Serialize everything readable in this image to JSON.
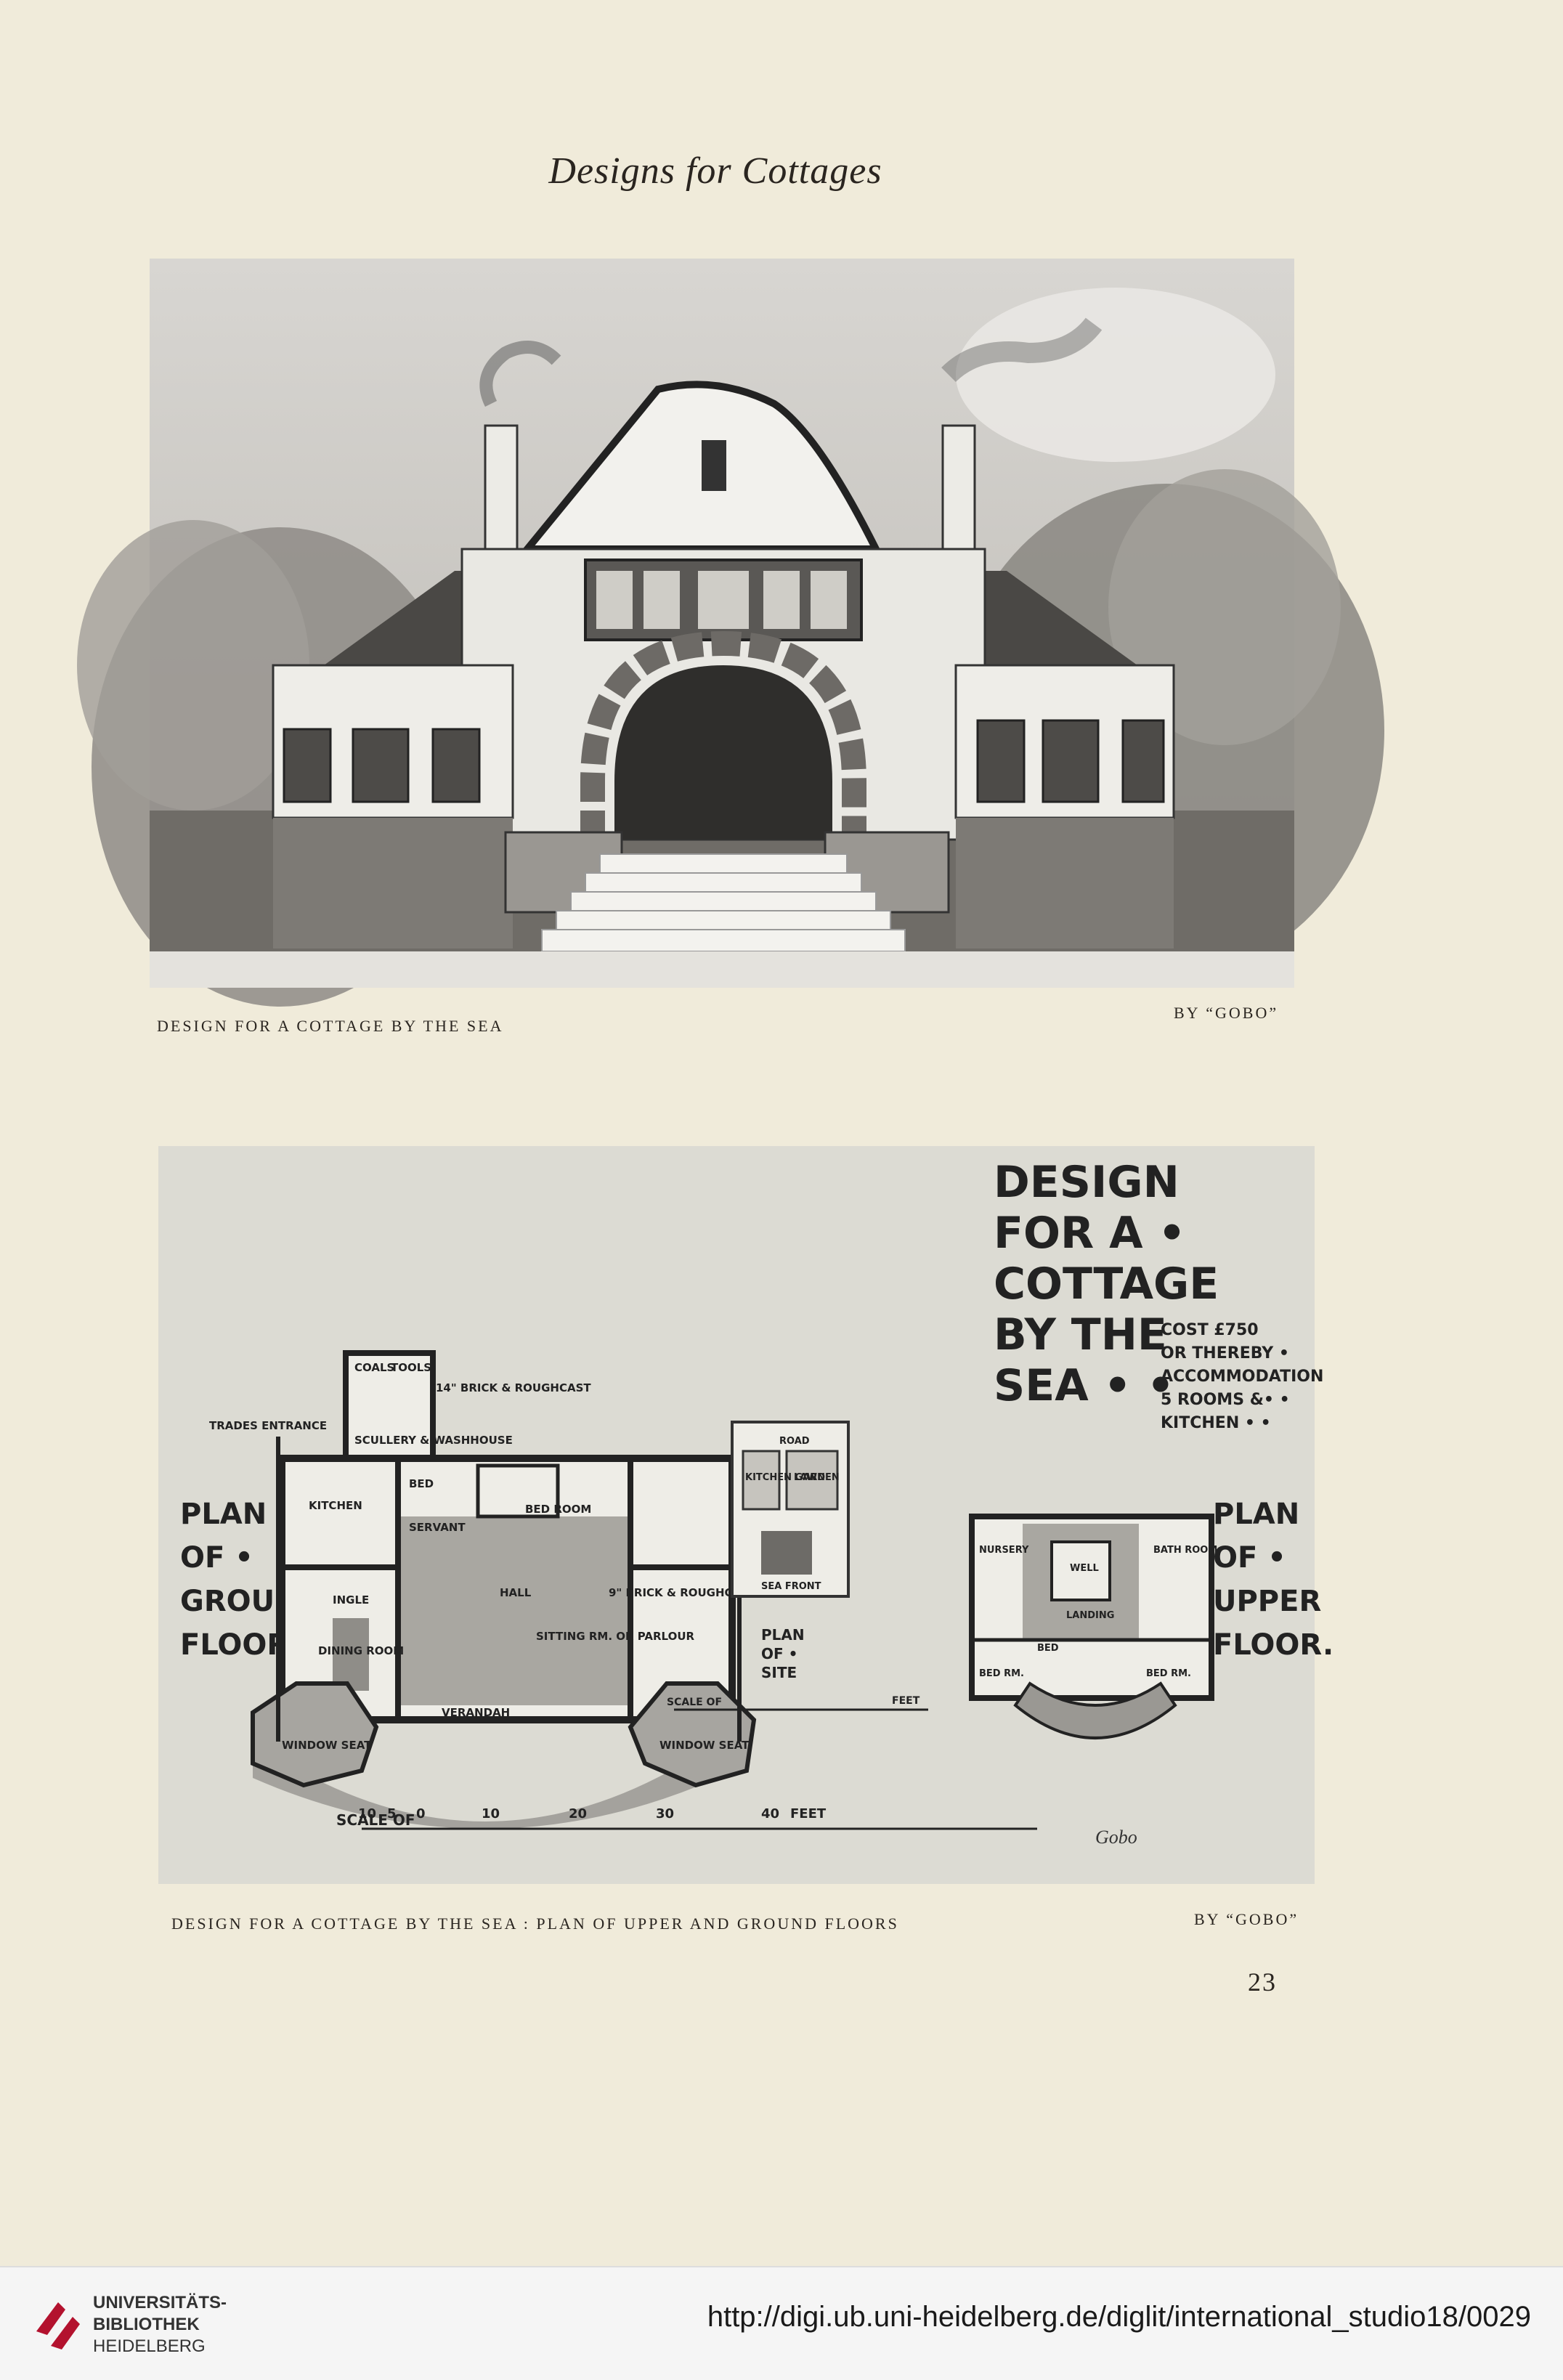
{
  "header": {
    "running_title": "Designs for Cottages"
  },
  "figure1": {
    "caption_left": "DESIGN FOR A COTTAGE BY THE SEA",
    "caption_right": "BY “GOBO”"
  },
  "figure2": {
    "title_lines": [
      "DESIGN",
      "FOR A •",
      "COTTAGE",
      "BY THE",
      "SEA • •"
    ],
    "cost_lines": [
      "COST £750",
      "OR THEREBY •",
      "ACCOMMODATION",
      "5 ROOMS &• •",
      "KITCHEN • •"
    ],
    "plan_ground_lines": [
      "PLAN",
      "OF •",
      "GROUND",
      "FLOOR •"
    ],
    "plan_upper_lines": [
      "PLAN",
      "OF •",
      "UPPER",
      "FLOOR."
    ],
    "plan_site_lines": [
      "PLAN",
      "OF •",
      "SITE"
    ],
    "ground_rooms": {
      "kitchen": "KITCHEN",
      "bed_room": "BED ROOM",
      "hall": "HALL",
      "dining_room": "DINING ROOM",
      "sitting_room": "SITTING RM. OR PARLOUR",
      "verandah": "VERANDAH",
      "window_seat_left": "WINDOW SEAT",
      "window_seat_right": "WINDOW SEAT",
      "scullery": "SCULLERY & WASHHOUSE",
      "tradesmens_entrance": "TRADES ENTRANCE",
      "servant": "SERVANT",
      "bed": "BED",
      "ingle": "INGLE",
      "brick_note_top": "14\" BRICK & ROUGHCAST",
      "brick_note_mid": "9\" BRICK & ROUGHCAST",
      "coals": "COALS",
      "tools": "TOOLS"
    },
    "site_labels": {
      "lawn": "LAWN",
      "kitchen_garden": "KITCHEN GARDEN",
      "road": "ROAD",
      "sea_front": "SEA FRONT"
    },
    "upper_rooms": {
      "nursery": "NURSERY",
      "well": "WELL",
      "bath": "BATH ROOM",
      "landing": "LANDING",
      "bed": "BED",
      "bed_rm_left": "BED RM.",
      "bed_rm_right": "BED RM."
    },
    "scale_small_label": "SCALE OF",
    "scale_small_unit": "FEET",
    "scale_large_label": "SCALE OF",
    "scale_large_ticks": [
      "10",
      "5",
      "0",
      "10",
      "20",
      "30",
      "40"
    ],
    "scale_large_unit": "FEET",
    "signature": "Gobo",
    "caption_left": "DESIGN FOR A COTTAGE BY THE SEA : PLAN OF UPPER AND GROUND FLOORS",
    "caption_right": "BY “GOBO”"
  },
  "page_number": "23",
  "footer": {
    "library_line1": "UNIVERSITÄTS-",
    "library_line2": "BIBLIOTHEK",
    "library_line3": "HEIDELBERG",
    "url": "http://digi.ub.uni-heidelberg.de/diglit/international_studio18/0029"
  }
}
